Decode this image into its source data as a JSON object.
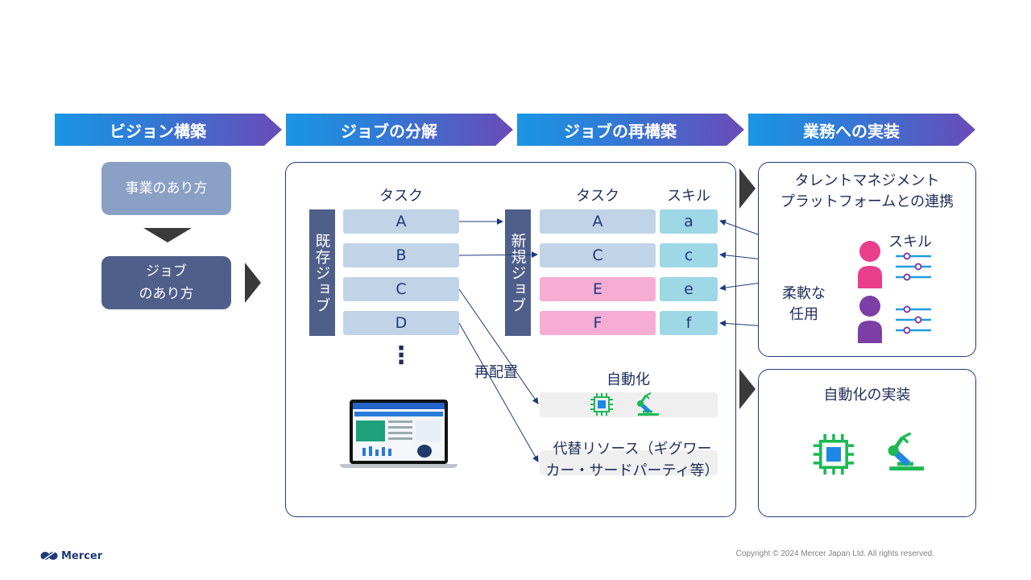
{
  "phases": [
    "ビジョン構築",
    "ジョブの分解",
    "ジョブの再構築",
    "業務への実装"
  ],
  "vision": {
    "top_box": "事業のあり方",
    "bottom_box_line1": "ジョブ",
    "bottom_box_line2": "のあり方"
  },
  "decompose": {
    "task_header": "タスク",
    "existing_job_label": "既存ジョブ",
    "tasks": [
      "A",
      "B",
      "C",
      "D"
    ],
    "ellipsis": "⋮",
    "relocation_label": "再配置"
  },
  "rebuild": {
    "task_header": "タスク",
    "skill_header": "スキル",
    "new_job_label": "新規ジョブ",
    "tasks": [
      "A",
      "C",
      "E",
      "F"
    ],
    "skills": [
      "a",
      "c",
      "e",
      "f"
    ],
    "automation_label": "自動化",
    "alt_resource_line1": "代替リソース（ギグワー",
    "alt_resource_line2": "カー・サードパーティ等）"
  },
  "implementation": {
    "talent_title_line1": "タレントマネジメント",
    "talent_title_line2": "プラットフォームとの連携",
    "skill_label": "スキル",
    "flexible_line1": "柔軟な",
    "flexible_line2": "任用",
    "automation_title": "自動化の実装"
  },
  "footer": {
    "brand": "Mercer",
    "copyright": "Copyright © 2024 Mercer Japan Ltd. All rights reserved."
  },
  "colors": {
    "accent_blue": "#1a96e4",
    "accent_purple": "#6a4bb8",
    "navy": "#1f3a7a",
    "person_pink": "#e83e8c",
    "person_purple": "#7b3fa6",
    "chip_green": "#1db954",
    "chip_blue": "#1e88e5"
  }
}
